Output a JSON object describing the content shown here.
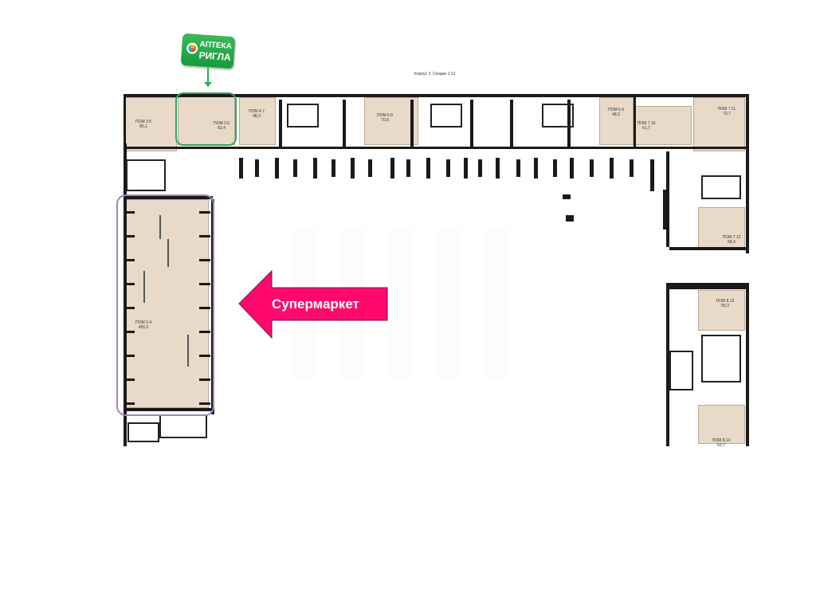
{
  "plan": {
    "title": "Корпус 2. Секции 1-12",
    "units": [
      {
        "id": "ПОМ 3.5",
        "area": "85,1"
      },
      {
        "id": "ПОМ 3.6",
        "area": "62,4"
      },
      {
        "id": "ПОМ 4.7",
        "area": "48,3"
      },
      {
        "id": "ПОМ 5.8",
        "area": "70,8"
      },
      {
        "id": "ПОМ 6.9",
        "area": "48,3"
      },
      {
        "id": "ПОМ 7.10",
        "area": "61,7"
      },
      {
        "id": "ПОМ 7.11",
        "area": "73,7"
      },
      {
        "id": "ПОМ 7.12",
        "area": "58,4"
      },
      {
        "id": "ПОМ 8.13",
        "area": "56,3"
      },
      {
        "id": "ПОМ 8.14",
        "area": "63,7"
      },
      {
        "id": "ПОМ 2.4",
        "area": "455,5"
      }
    ]
  },
  "pharmacy": {
    "logo_line1": "АПТЕКА",
    "logo_line2": "РИГЛА",
    "highlight_color": "#2fa85a"
  },
  "supermarket": {
    "label": "Супермаркет",
    "arrow_color": "#ff0a6c",
    "highlight_color": "#a184c0"
  }
}
